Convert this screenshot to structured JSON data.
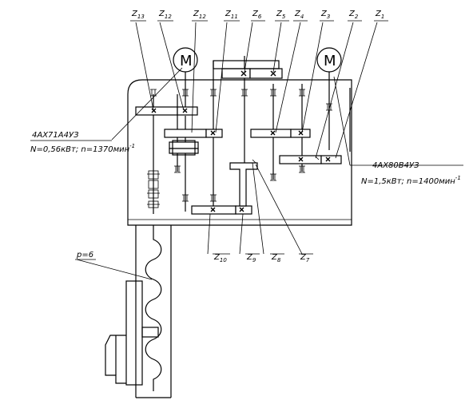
{
  "gear_labels": {
    "z1": "Z1",
    "z2": "Z2",
    "z3": "Z3",
    "z4": "Z4",
    "z5": "Z5",
    "z6": "Z6",
    "z7": "Z7",
    "z8": "Z8",
    "z9": "Z9",
    "z10": "Z10",
    "z11": "Z11",
    "z12": "Z12",
    "z13": "Z13"
  },
  "gear_subs": {
    "z1": "1",
    "z2": "2",
    "z3": "3",
    "z4": "4",
    "z5": "5",
    "z6": "6",
    "z7": "7",
    "z8": "8",
    "z9": "9",
    "z10": "10",
    "z11": "11",
    "z12": "12",
    "z13": "13"
  },
  "motor_symbol": "M",
  "motor_left": {
    "model": "4АХ71А4УЗ",
    "spec": "N=0,56кВт; n=1370мин",
    "exp": "-1"
  },
  "motor_right": {
    "model": "4АХ80В4УЗ",
    "spec": "N=1,5кВт; n=1400мин",
    "exp": "-1"
  },
  "screw_pitch": "p=6"
}
